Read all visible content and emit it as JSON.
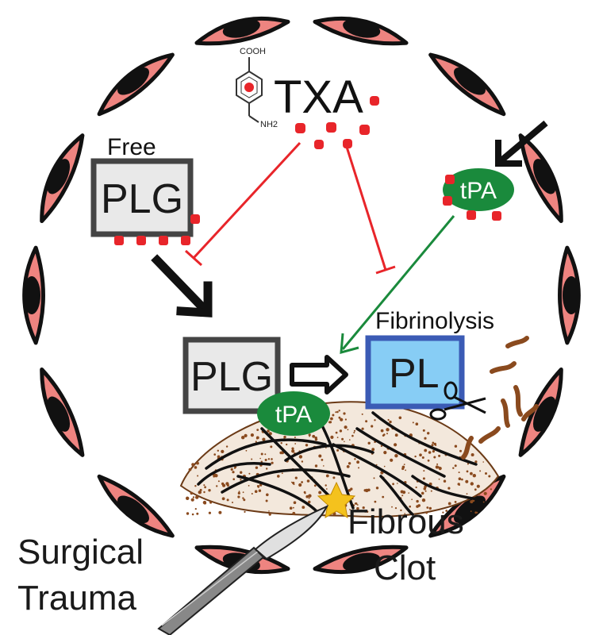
{
  "diagram": {
    "drug": {
      "label": "TXA",
      "structure_top_label": "COOH",
      "structure_bottom_label": "NH2",
      "dot_color": "#e8252a"
    },
    "free_plg": {
      "caption": "Free",
      "label": "PLG"
    },
    "bound_plg": {
      "label": "PLG"
    },
    "plasmin": {
      "caption": "Fibrinolysis",
      "label": "PL",
      "fill": "#87cdf5",
      "border": "#3b5bb5"
    },
    "tpa_free": {
      "label": "tPA"
    },
    "tpa_bound": {
      "label": "tPA"
    },
    "clot_label_line1": "Fibrous",
    "clot_label_line2": "Clot",
    "trauma_label_line1": "Surgical",
    "trauma_label_line2": "Trauma",
    "colors": {
      "endothelial_cell": "#ee8480",
      "nucleus": "#111111",
      "tpa": "#1a8a3c",
      "inhibit_line": "#e8252a",
      "activate_line": "#1a8a3c",
      "clot": "#8a4a1e",
      "plg_box_fill": "#e9e9e9",
      "plg_box_border": "#444444"
    }
  }
}
